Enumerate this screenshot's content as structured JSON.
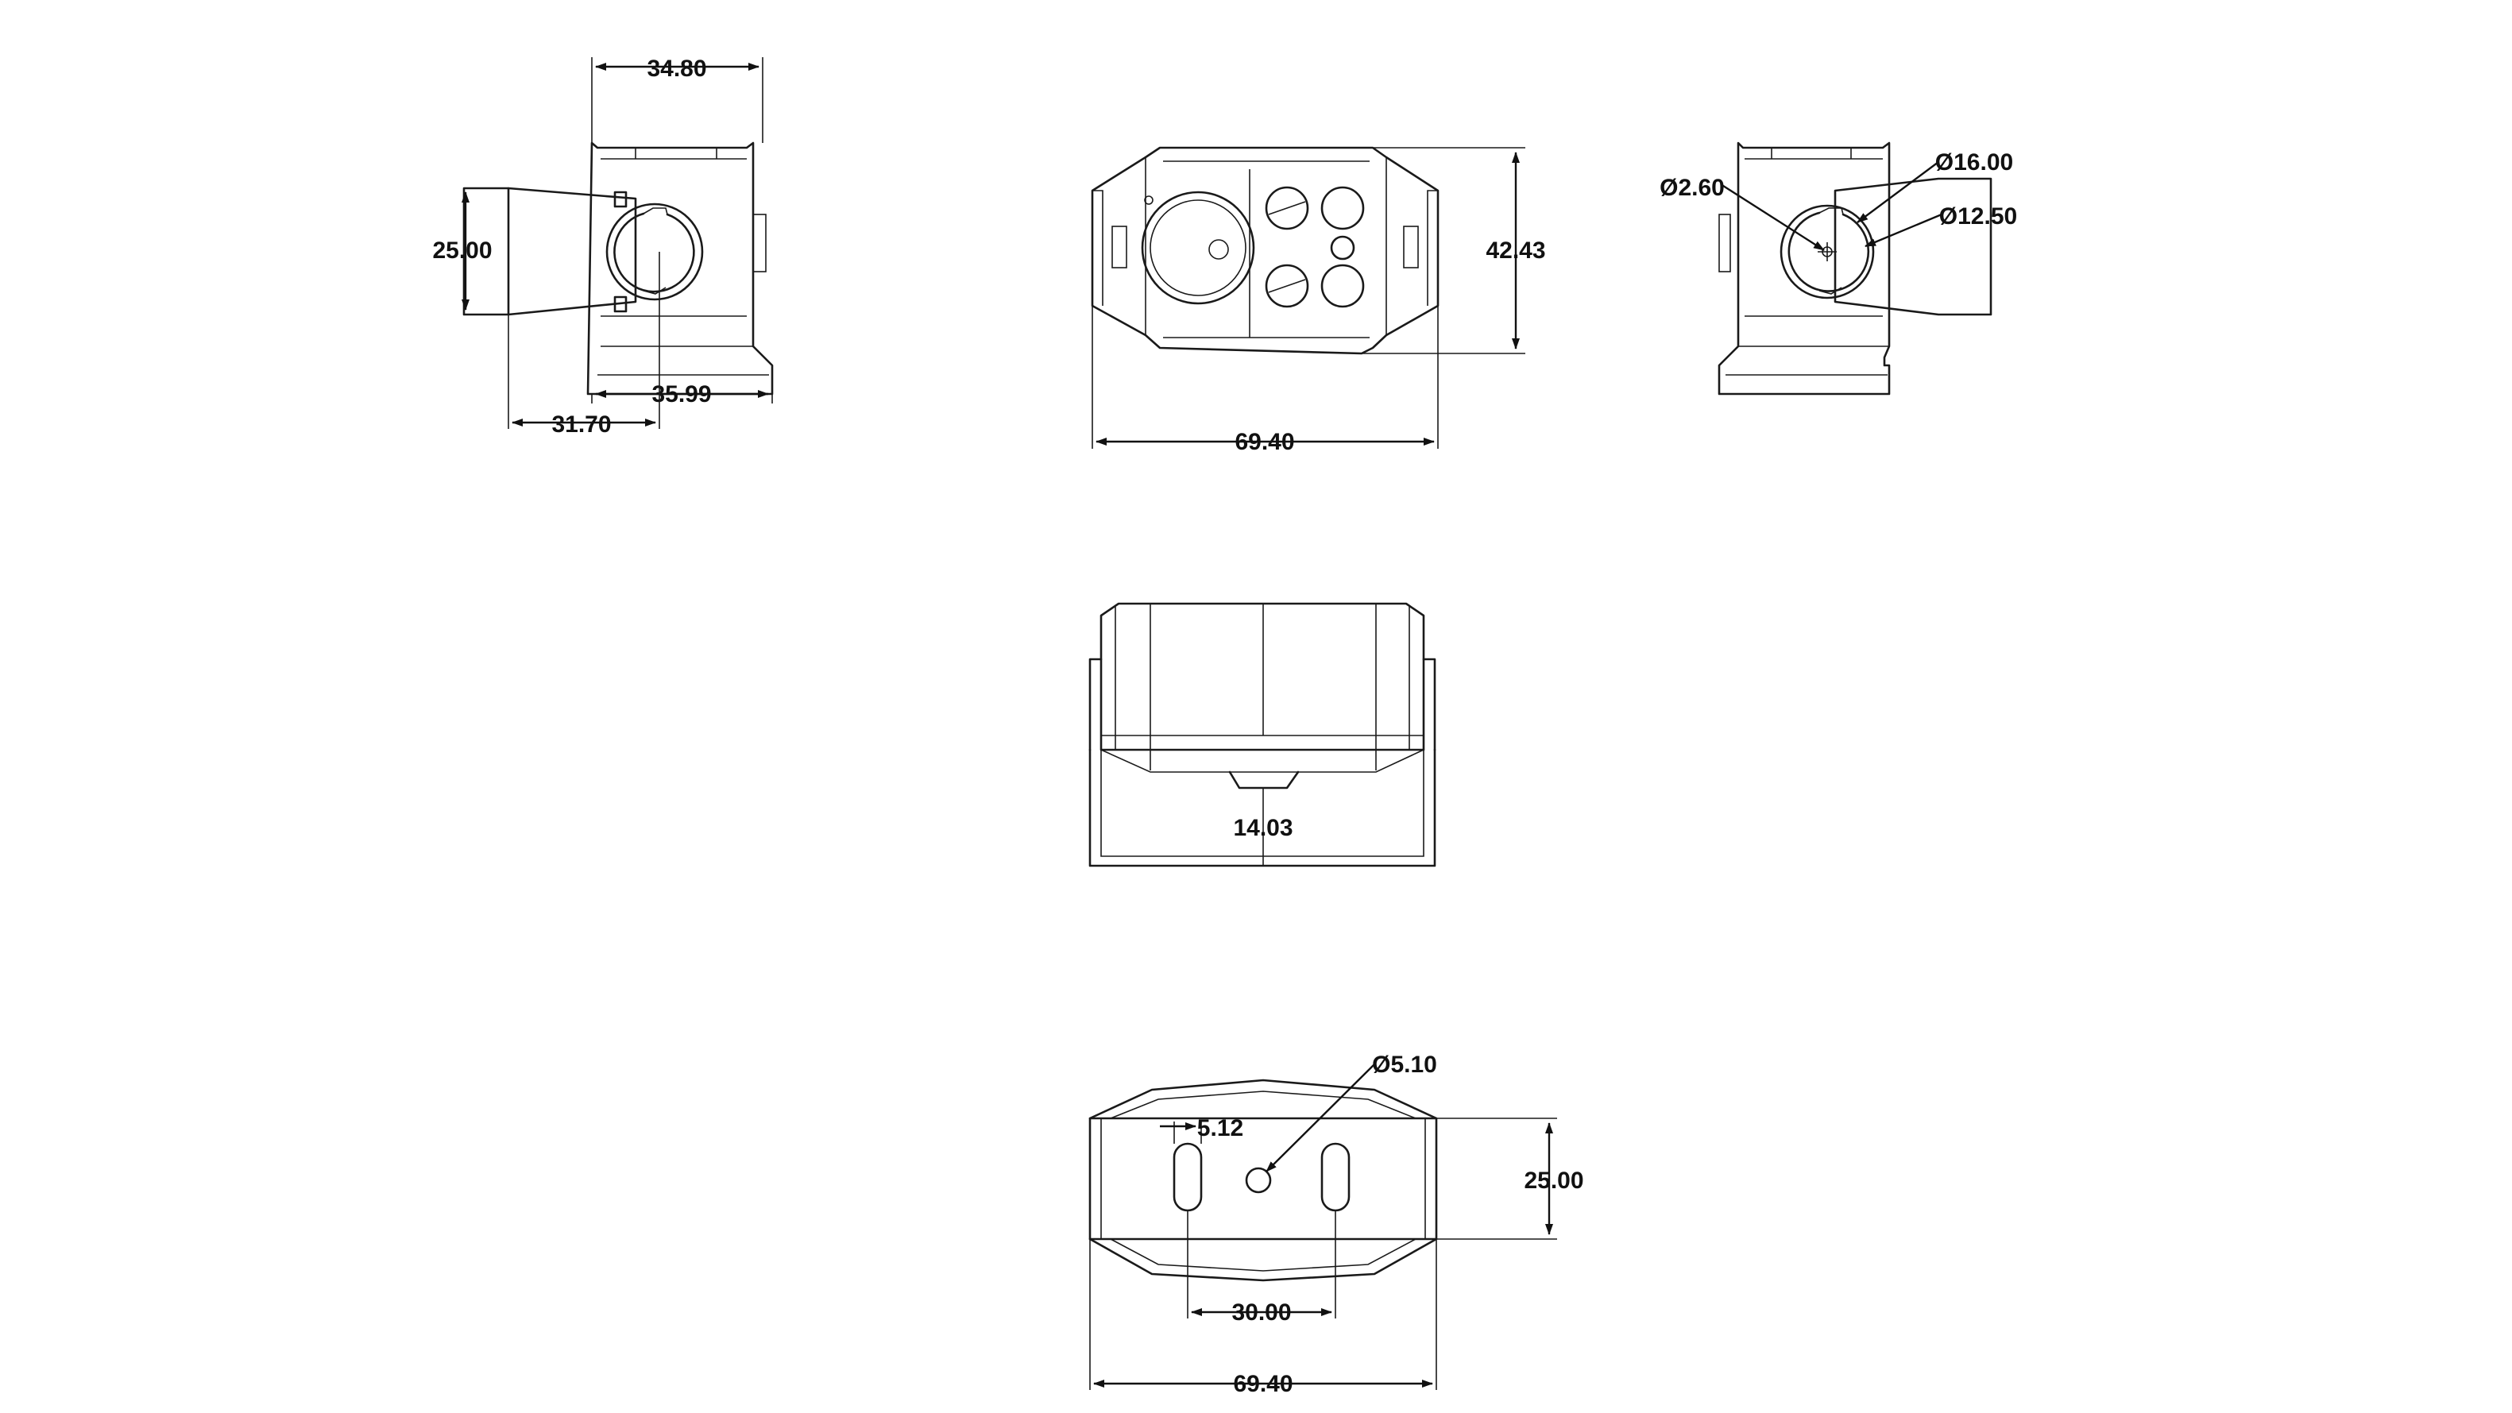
{
  "dimensions": {
    "left_view": {
      "width_top": "34.80",
      "height_arm": "25.00",
      "width_body": "35.99",
      "arm_offset": "31.70"
    },
    "front_view": {
      "width": "69.40",
      "height": "42.43"
    },
    "right_view": {
      "outer_diameter": "Ø16.00",
      "inner_diameter": "Ø12.50",
      "pin_diameter": "Ø2.60"
    },
    "bottom_view": {
      "depth": "14.03"
    },
    "mount_view": {
      "hole_diameter": "Ø5.10",
      "slot_width": "5.12",
      "slot_spacing": "30.00",
      "bracket_height": "25.00",
      "width": "69.40"
    }
  },
  "colors": {
    "line": "#1a1a1a",
    "background": "#ffffff"
  }
}
